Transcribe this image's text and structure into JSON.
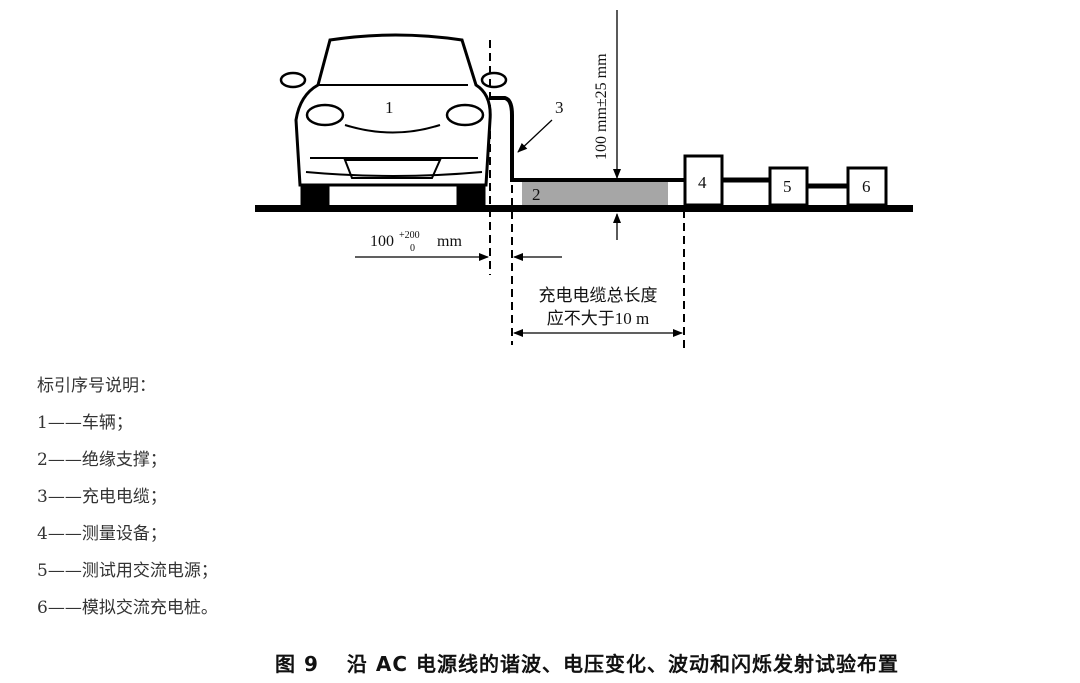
{
  "diagram": {
    "labels": {
      "car": "1",
      "support": "2",
      "cable": "3",
      "measure": "4",
      "source": "5",
      "pile": "6"
    },
    "height_dim": "100 mm±25 mm",
    "gap_dim": {
      "base": "100",
      "upper": "+200",
      "lower": "0",
      "unit": "mm"
    },
    "cable_length": {
      "line1": "充电电缆总长度",
      "line2": "应不大于10 m"
    },
    "colors": {
      "support_fill": "#a6a6a6",
      "line": "#000000"
    }
  },
  "legend": {
    "title": "标引序号说明：",
    "items": [
      "1——车辆；",
      "2——绝缘支撑；",
      "3——充电电缆；",
      "4——测量设备；",
      "5——测试用交流电源；",
      "6——模拟交流充电桩。"
    ]
  },
  "caption": {
    "number": "图 9",
    "title": "沿 AC 电源线的谐波、电压变化、波动和闪烁发射试验布置"
  }
}
